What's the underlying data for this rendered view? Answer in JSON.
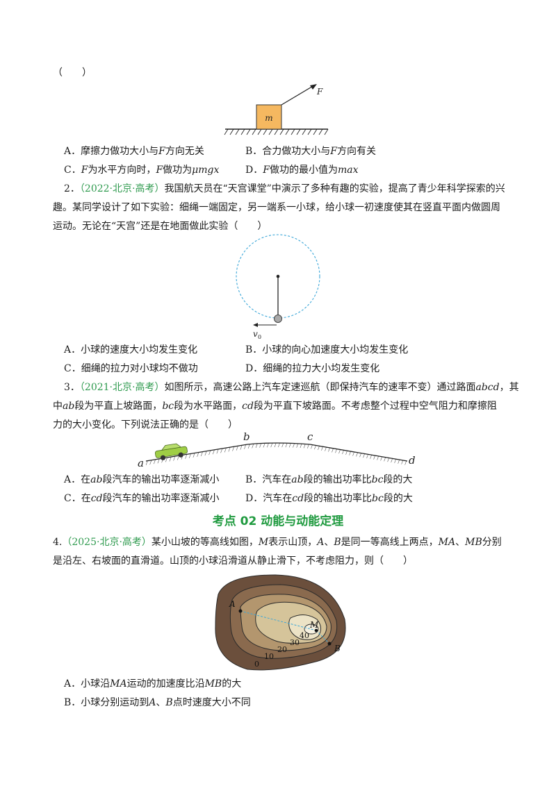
{
  "top_paren": "（　　）",
  "q1": {
    "figure": {
      "block_label": "m",
      "force_label": "F"
    },
    "options": [
      {
        "letter": "A．",
        "text_a": "摩擦力做功大小与",
        "var": "F",
        "text_b": "方向无关"
      },
      {
        "letter": "B．",
        "text_a": "合力做功大小与",
        "var": "F",
        "text_b": "方向有关"
      },
      {
        "letter": "C．",
        "var1": "F",
        "text_a": "为水平方向时，",
        "var2": "F",
        "text_b": "做功为",
        "expr": "μmgx"
      },
      {
        "letter": "D．",
        "var": "F",
        "text_a": "做功的最小值为",
        "expr": "max"
      }
    ]
  },
  "q2": {
    "number": "2．",
    "source": "（2022·北京·高考）",
    "line1": "我国航天员在“天宫课堂”中演示了多种有趣的实验，提高了青少年科学探索的兴",
    "line2": "趣。某同学设计了如下实验：细绳一端固定，另一端系一小球，给小球一初速度使其在竖直平面内做圆周",
    "line3": "运动。无论在“天宫”还是在地面做此实验（　　）",
    "figure": {
      "v_label": "v",
      "v_sub": "0"
    },
    "options": [
      {
        "letter": "A．",
        "text": "小球的速度大小均发生变化"
      },
      {
        "letter": "B．",
        "text": "小球的向心加速度大小均发生变化"
      },
      {
        "letter": "C．",
        "text": "细绳的拉力对小球均不做功"
      },
      {
        "letter": "D．",
        "text": "细绳的拉力大小均发生变化"
      }
    ]
  },
  "q3": {
    "number": "3．",
    "source": "（2021·北京·高考）",
    "line1a": "如图所示，高速公路上汽车定速巡航（即保持汽车的速率不变）通过路面",
    "line1v": "abcd",
    "line1b": "，其",
    "line2a": "中",
    "line2v1": "ab",
    "line2b": "段为平直上坡路面，",
    "line2v2": "bc",
    "line2c": "段为水平路面，",
    "line2v3": "cd",
    "line2d": "段为平直下坡路面。不考虑整个过程中空气阻力和摩擦阻",
    "line3": "力的大小变化。下列说法正确的是（　　）",
    "figure": {
      "a": "a",
      "b": "b",
      "c": "c",
      "d": "d"
    },
    "options": [
      {
        "letter": "A．",
        "pre": "在",
        "v1": "ab",
        "post": "段汽车的输出功率逐渐减小"
      },
      {
        "letter": "B．",
        "pre": "汽车在",
        "v1": "ab",
        "mid": "段的输出功率比",
        "v2": "bc",
        "post": "段的大"
      },
      {
        "letter": "C．",
        "pre": "在",
        "v1": "cd",
        "post": "段汽车的输出功率逐渐减小"
      },
      {
        "letter": "D．",
        "pre": "汽车在",
        "v1": "cd",
        "mid": "段的输出功率比",
        "v2": "bc",
        "post": "段的大"
      }
    ]
  },
  "section_heading": "考点 02  动能与动能定理",
  "q4": {
    "number": "4.",
    "source": "（2025·北京·高考）",
    "line1a": "某小山坡的等高线如图，",
    "line1M": "M",
    "line1b": "表示山顶，",
    "line1A": "A",
    "line1c": "、",
    "line1B": "B",
    "line1d": "是同一等高线上两点，",
    "line1MA": "MA",
    "line1e": "、",
    "line1MB": "MB",
    "line1f": "分别",
    "line2": "是沿左、右坡面的直滑道。山顶的小球沿滑道从静止滑下，不考虑阻力，则（　　）",
    "figure": {
      "A": "A",
      "B": "B",
      "M": "M",
      "c0": "0",
      "c10": "10",
      "c20": "20",
      "c30": "30",
      "c40": "40"
    },
    "optA": {
      "letter": "A．",
      "pre": "小球沿",
      "v1": "MA",
      "mid": "运动的加速度比沿",
      "v2": "MB",
      "post": "的大"
    },
    "optB": {
      "letter": "B．",
      "pre": "小球分别运动到",
      "v1": "A",
      "mid": "、",
      "v2": "B",
      "post": "点时速度大小不同"
    }
  }
}
